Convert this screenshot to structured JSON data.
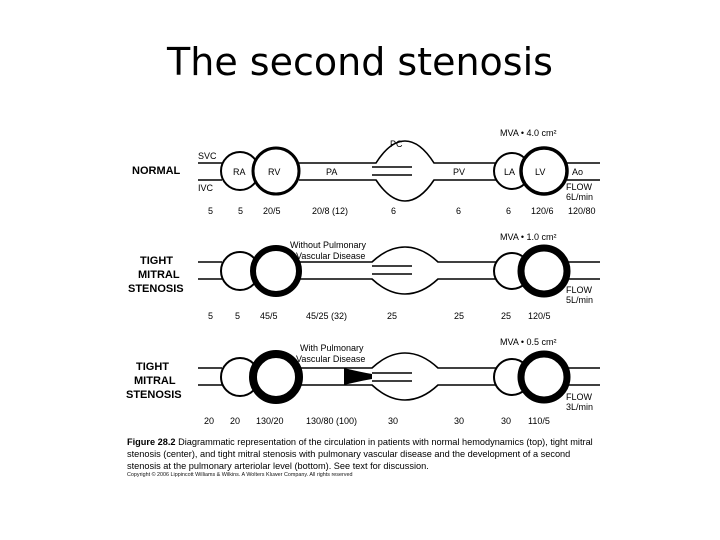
{
  "slide": {
    "title": "The second stenosis"
  },
  "rows": [
    {
      "label": [
        "NORMAL"
      ],
      "mva": "MVA • 4.0 cm²",
      "pc": "PC",
      "note": [],
      "chambers": {
        "svc": "SVC",
        "ivc": "IVC",
        "ra": "RA",
        "rv": "RV",
        "pa": "PA",
        "pv": "PV",
        "la": "LA",
        "lv": "LV",
        "ao": "Ao"
      },
      "flow": [
        "FLOW",
        "6L/min"
      ],
      "values": [
        "5",
        "5",
        "20/5",
        "20/8 (12)",
        "6",
        "6",
        "6",
        "120/6",
        "120/80"
      ]
    },
    {
      "label": [
        "TIGHT",
        "MITRAL",
        "STENOSIS"
      ],
      "mva": "MVA • 1.0 cm²",
      "note": [
        "Without Pulmonary",
        "Vascular Disease"
      ],
      "flow": [
        "FLOW",
        "5L/min"
      ],
      "values": [
        "5",
        "5",
        "45/5",
        "45/25 (32)",
        "25",
        "25",
        "25",
        "120/5"
      ]
    },
    {
      "label": [
        "TIGHT",
        "MITRAL",
        "STENOSIS"
      ],
      "mva": "MVA • 0.5 cm²",
      "note": [
        "With Pulmonary",
        "Vascular Disease"
      ],
      "flow": [
        "FLOW",
        "3L/min"
      ],
      "values": [
        "20",
        "20",
        "130/20",
        "130/80 (100)",
        "30",
        "30",
        "30",
        "110/5"
      ]
    }
  ],
  "caption": {
    "figure": "Figure 28.2",
    "text": "Diagrammatic representation of the circulation in patients with normal hemodynamics (top), tight mitral stenosis (center), and tight mitral stenosis with pulmonary vascular disease and the development of a second stenosis at the pulmonary arteriolar level (bottom). See text for discussion."
  },
  "copyright": "Copyright © 2006 Lippincott Williams & Wilkins. A Wolters Kluwer Company. All rights reserved"
}
